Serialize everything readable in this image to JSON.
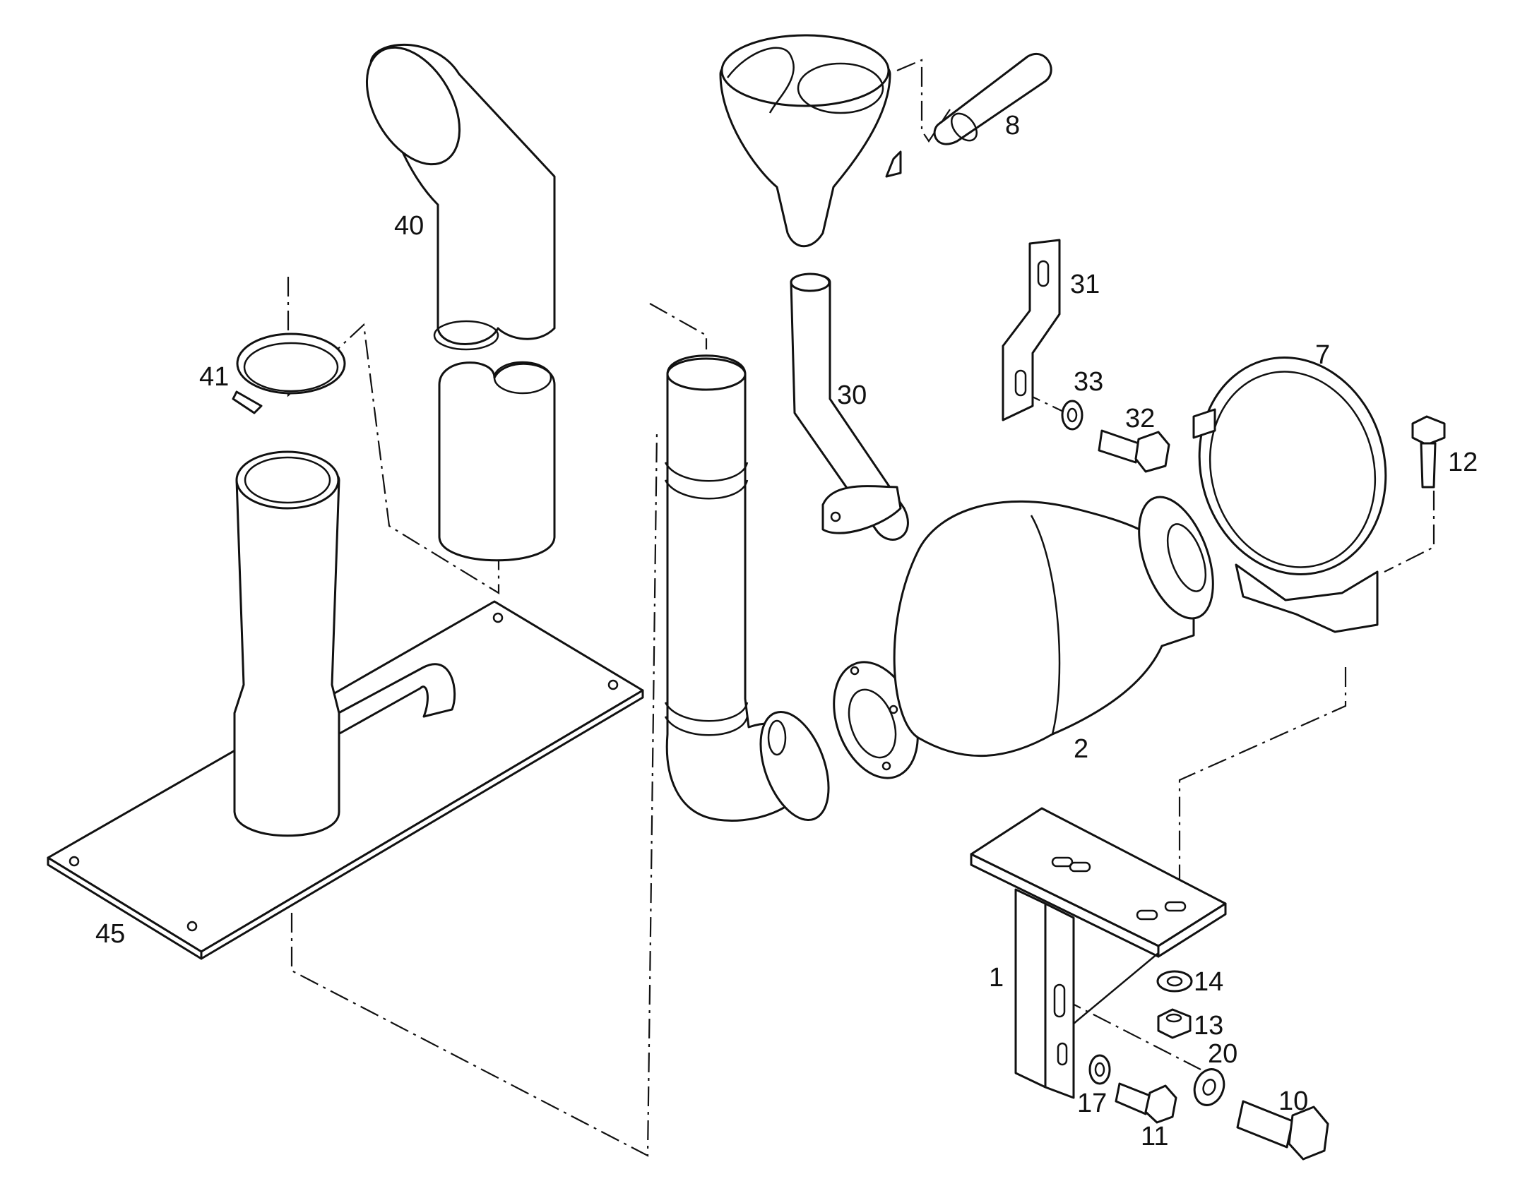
{
  "labels": {
    "p1": "1",
    "p2": "2",
    "p7": "7",
    "p8": "8",
    "p10": "10",
    "p11": "11",
    "p12": "12",
    "p13": "13",
    "p14": "14",
    "p17": "17",
    "p20": "20",
    "p30": "30",
    "p31": "31",
    "p32": "32",
    "p33": "33",
    "p40": "40",
    "p41": "41",
    "p45": "45"
  }
}
